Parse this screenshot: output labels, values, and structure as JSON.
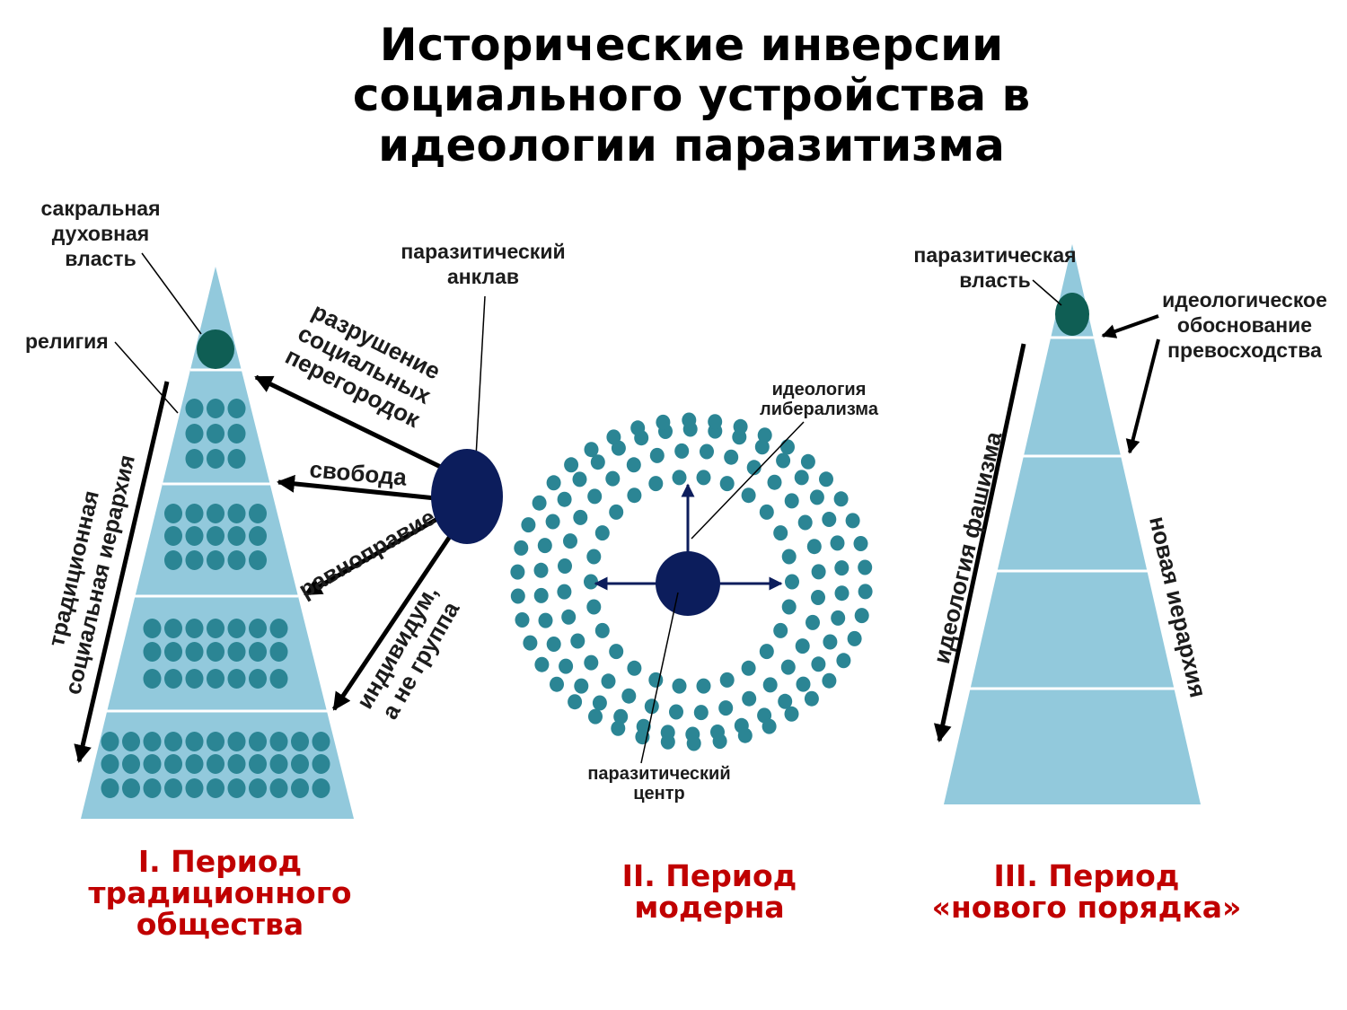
{
  "title": {
    "line1": "Исторические инверсии",
    "line2": "социального устройства в",
    "line3": "идеологии паразитизма"
  },
  "colors": {
    "pyramid": "#92c9dc",
    "dot": "#2b8594",
    "sacral_top": "#0f5e54",
    "enclave": "#0c1d5c",
    "period_text": "#c00000"
  },
  "period1": {
    "label_sacral": [
      "сакральная",
      "духовная",
      "власть"
    ],
    "label_religion": "религия",
    "label_hierarchy": [
      "традиционная",
      "социальная иерархия"
    ],
    "label_enclave": [
      "паразитический",
      "анклав"
    ],
    "arrow_labels": {
      "destruction": [
        "разрушение",
        "социальных",
        "перегородок"
      ],
      "freedom": "свобода",
      "equality": "равноправие",
      "individual": [
        "индивидум,",
        "а не группа"
      ]
    },
    "caption": [
      "I. Период",
      "традиционного",
      "общества"
    ]
  },
  "period2": {
    "label_liberalism": [
      "идеология",
      "либерализма"
    ],
    "label_center": [
      "паразитический",
      "центр"
    ],
    "caption": [
      "II. Период",
      "модерна"
    ]
  },
  "period3": {
    "label_power": [
      "паразитическая",
      "власть"
    ],
    "label_justification": [
      "идеологическое",
      "обоснование",
      "превосходства"
    ],
    "label_fascism": "идеология фашизма",
    "label_new_hierarchy": "новая иерархия",
    "caption": [
      "III. Период",
      "«нового порядка»"
    ]
  }
}
